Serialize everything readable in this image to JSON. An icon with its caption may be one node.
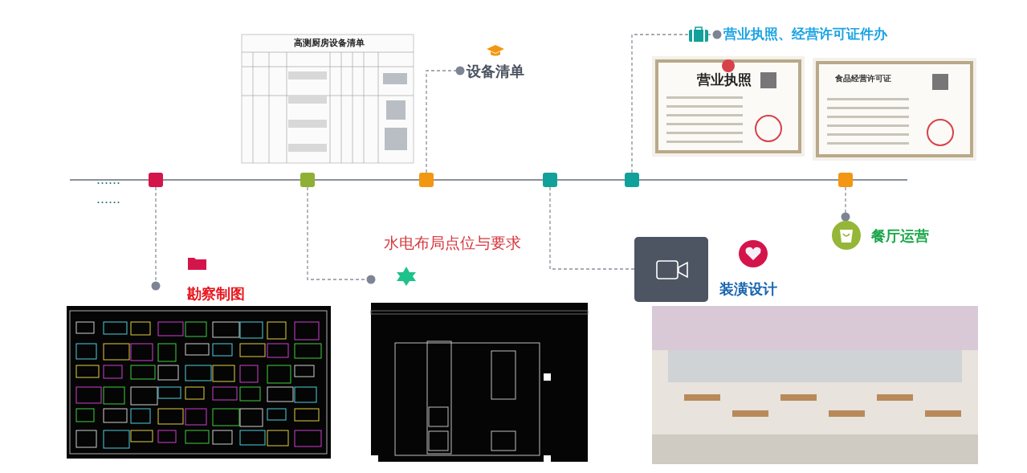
{
  "diagram": {
    "nodes": [
      {
        "text": [],
        "shape": "box"
      },
      {
        "text": [],
        "shape": "box"
      },
      {
        "text": [],
        "shape": "box"
      },
      {
        "text": [],
        "shape": "box"
      },
      {
        "text": [],
        "shape": "box"
      },
      {
        "text": [],
        "shape": "box"
      },
      {
        "text": [
          "勘察制图"
        ]
      },
      {
        "text": [
          "水电布局点位与要求"
        ]
      },
      {
        "text": [
          "设备清单"
        ]
      },
      {
        "text": [
          "营业执照、经营许可证件办"
        ]
      },
      {
        "text": [],
        "shape": "box",
        "beside": [
          "装潢设计"
        ]
      },
      {
        "text": [
          "餐厅运营"
        ]
      }
    ],
    "edges": [
      {
        "from": 0,
        "to": 6,
        "arrow": "other",
        "style": "dashed"
      },
      {
        "from": 1,
        "to": 7,
        "arrow": "other",
        "style": "dashed"
      },
      {
        "from": 2,
        "to": 8,
        "arrow": "other",
        "style": "dashed"
      },
      {
        "from": 3,
        "to": 10,
        "arrow": "none",
        "style": "dashed"
      },
      {
        "from": 4,
        "to": 9,
        "arrow": "other",
        "style": "dashed"
      },
      {
        "from": 5,
        "to": 11,
        "arrow": "other",
        "style": "dashed"
      }
    ],
    "labels": [
      "高测厨房设备清单",
      "营业执照",
      "食品经营许可证",
      "……",
      "……"
    ]
  }
}
